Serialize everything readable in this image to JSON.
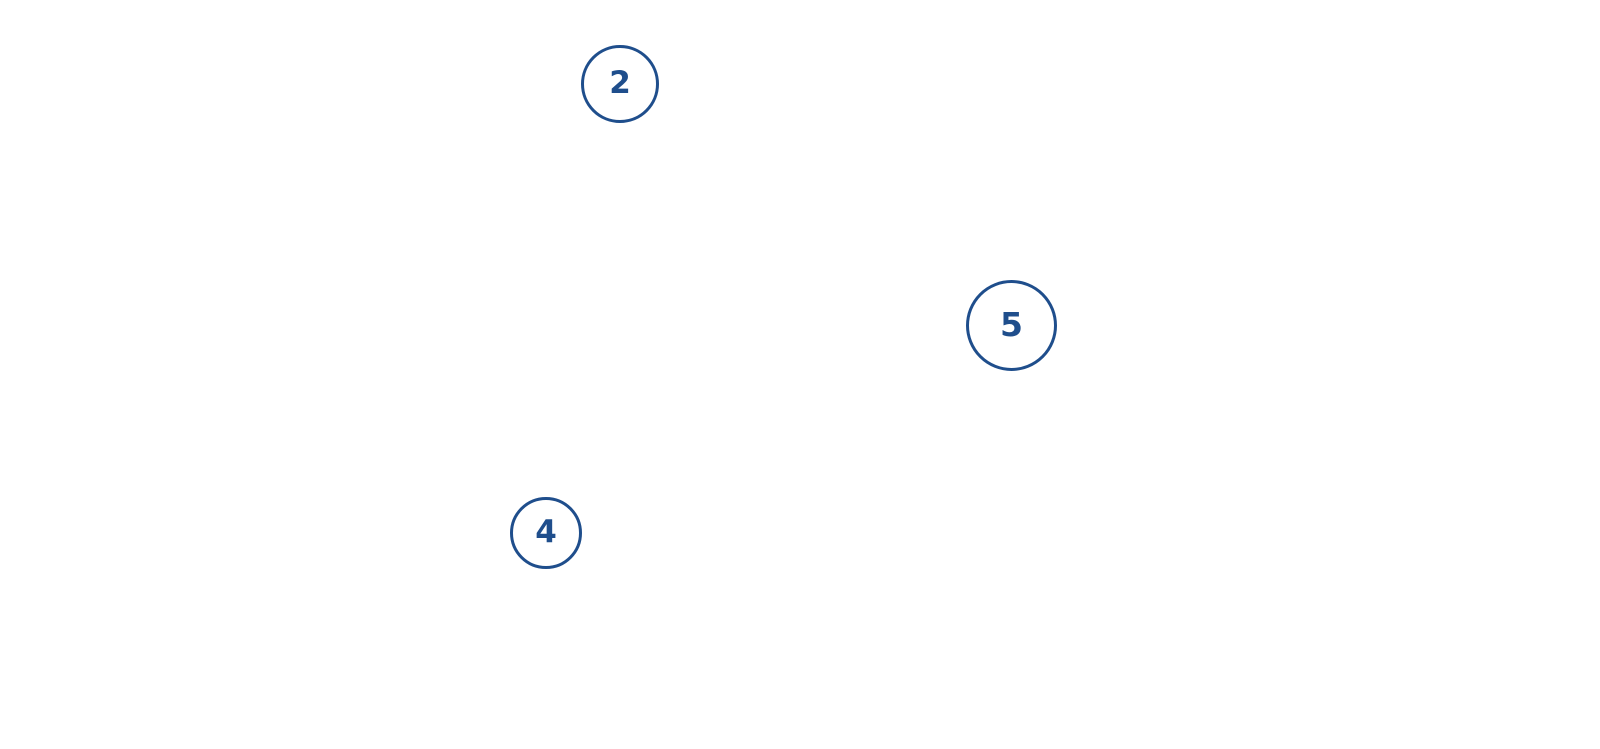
{
  "colors": {
    "background": "#ffffff",
    "node_stroke": "#1f4e8c",
    "node_text": "#1f4e8c",
    "node_fill": "#ffffff"
  },
  "diagram": {
    "nodes": [
      {
        "label": "2"
      },
      {
        "label": "5"
      },
      {
        "label": "4"
      }
    ]
  }
}
